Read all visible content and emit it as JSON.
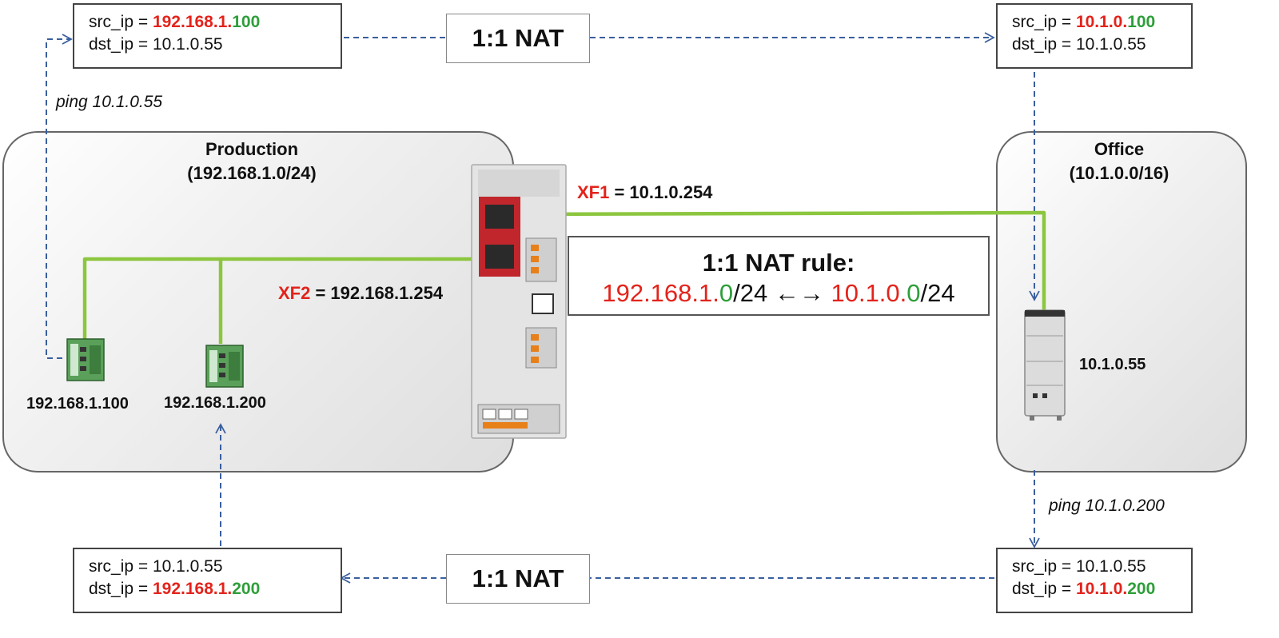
{
  "zones": {
    "production": {
      "name": "Production",
      "subnet": "(192.168.1.0/24)"
    },
    "office": {
      "name": "Office",
      "subnet": "(10.1.0.0/16)"
    }
  },
  "packets": {
    "top_left": {
      "src_prefix": "src_ip = ",
      "src_net": "192.168.1.",
      "src_host": "100",
      "dst_text": "dst_ip = 10.1.0.55"
    },
    "top_right": {
      "src_prefix": "src_ip = ",
      "src_net": "10.1.0.",
      "src_host": "100",
      "dst_text": "dst_ip = 10.1.0.55"
    },
    "bottom_left": {
      "src_text": "src_ip = 10.1.0.55",
      "dst_prefix": "dst_ip = ",
      "dst_net": "192.168.1.",
      "dst_host": "200"
    },
    "bottom_right": {
      "src_text": "src_ip = 10.1.0.55",
      "dst_prefix": "dst_ip = ",
      "dst_net": "10.1.0.",
      "dst_host": "200"
    }
  },
  "nat_labels": {
    "top": "1:1 NAT",
    "bottom": "1:1 NAT"
  },
  "nat_rule": {
    "title": "1:1 NAT rule:",
    "left_net": "192.168.1.",
    "left_host": "0",
    "left_mask": "/24",
    "arrow": " ←→ ",
    "right_net": "10.1.0.",
    "right_host": "0",
    "right_mask": "/24"
  },
  "interfaces": {
    "xf1": {
      "name": "XF1",
      "value": " = 10.1.0.254"
    },
    "xf2": {
      "name": "XF2",
      "value": " = 192.168.1.254"
    }
  },
  "pings": {
    "left": "ping 10.1.0.55",
    "right": "ping 10.1.0.200"
  },
  "devices": {
    "plc1": "192.168.1.100",
    "plc2": "192.168.1.200",
    "office_pc": "10.1.0.55"
  },
  "colors": {
    "nat_red": "#e3231b",
    "host_green": "#2e9e3a",
    "cable": "#8cc63f",
    "flow": "#3a5f9e"
  }
}
